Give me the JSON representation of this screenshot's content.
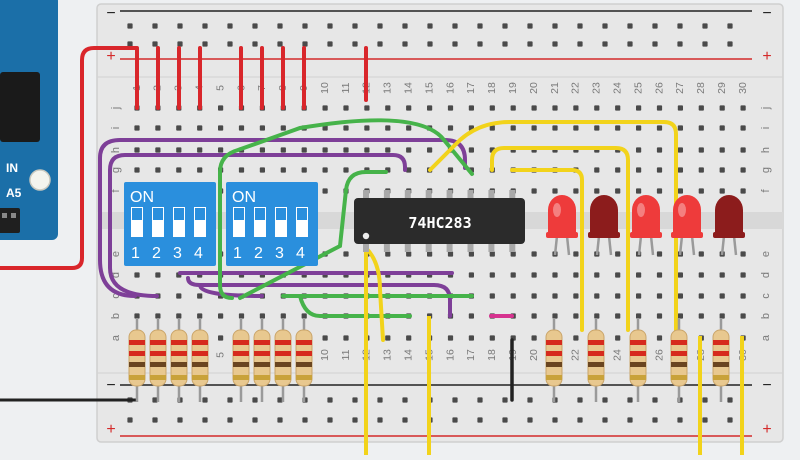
{
  "arduino": {
    "pin_labels": [
      "IN",
      "A5"
    ],
    "colors": {
      "board": "#1b6fa8",
      "header": "#222222"
    }
  },
  "breadboard": {
    "colors": {
      "body": "#e6e6e6",
      "hole": "#4a4a4a",
      "rail_red": "#d42a2a",
      "rail_black": "#222222",
      "label": "#7a7a7a"
    },
    "rail_signs": {
      "minus": "−",
      "plus": "+"
    },
    "columns": [
      "1",
      "2",
      "3",
      "4",
      "5",
      "6",
      "7",
      "8",
      "9",
      "10",
      "11",
      "12",
      "13",
      "14",
      "15",
      "16",
      "17",
      "18",
      "19",
      "20",
      "21",
      "22",
      "23",
      "24",
      "25",
      "26",
      "27",
      "28",
      "29",
      "30"
    ],
    "top_rows": [
      "j",
      "i",
      "h",
      "g",
      "f"
    ],
    "bottom_rows": [
      "e",
      "d",
      "c",
      "b",
      "a"
    ]
  },
  "dip_switches": [
    {
      "label": "ON",
      "numbers": [
        "1",
        "2",
        "3",
        "4"
      ]
    },
    {
      "label": "ON",
      "numbers": [
        "1",
        "2",
        "3",
        "4"
      ]
    }
  ],
  "chip": {
    "label": "74HC283",
    "pin_count": 16
  },
  "leds": {
    "states": [
      "on",
      "off",
      "on",
      "on",
      "off"
    ],
    "colors": {
      "on": "#ee3b3b",
      "off": "#8c1c1c"
    }
  },
  "wire_colors": {
    "red": "#d9262b",
    "purple": "#7e3f98",
    "green": "#46b34a",
    "yellow": "#f2d31b",
    "black": "#222222",
    "magenta": "#d6338f"
  },
  "resistor_count": 13
}
